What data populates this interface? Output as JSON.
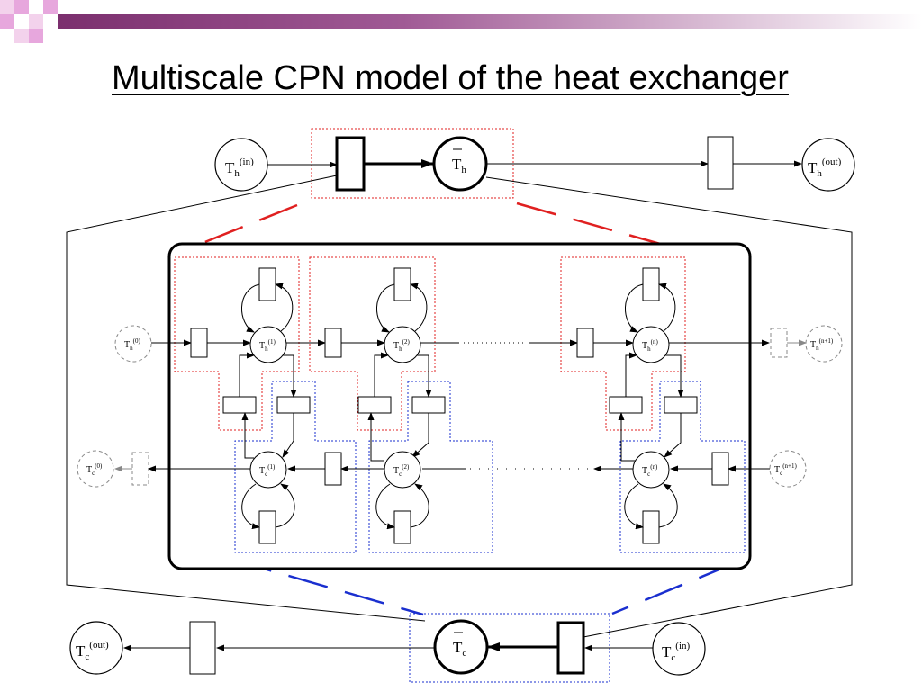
{
  "title": "Multiscale CPN model of the heat exchanger",
  "colors": {
    "banner_dark": "#7b2f6e",
    "banner_pink": "#e7a7dd",
    "banner_light": "#f3d2ec",
    "hot_region": "#e02020",
    "cold_region": "#1a2fcf",
    "ghost": "#888888"
  },
  "macro": {
    "th_in": {
      "base": "T",
      "sub": "h",
      "sup": "(in)"
    },
    "th_avg": {
      "base": "T",
      "sub": "h"
    },
    "th_out": {
      "base": "T",
      "sub": "h",
      "sup": "(out)"
    },
    "tc_out": {
      "base": "T",
      "sub": "c",
      "sup": "(out)"
    },
    "tc_avg": {
      "base": "T",
      "sub": "c"
    },
    "tc_in": {
      "base": "T",
      "sub": "c",
      "sup": "(in)"
    }
  },
  "micro": {
    "th0": {
      "base": "T",
      "sub": "h",
      "sup": "(0)"
    },
    "th1": {
      "base": "T",
      "sub": "h",
      "sup": "(1)"
    },
    "th2": {
      "base": "T",
      "sub": "h",
      "sup": "(2)"
    },
    "thn": {
      "base": "T",
      "sub": "h",
      "sup": "(n)"
    },
    "thn1": {
      "base": "T",
      "sub": "h",
      "sup": "(n+1)"
    },
    "tc0": {
      "base": "T",
      "sub": "c",
      "sup": "(0)"
    },
    "tc1": {
      "base": "T",
      "sub": "c",
      "sup": "(1)"
    },
    "tc2": {
      "base": "T",
      "sub": "c",
      "sup": "(2)"
    },
    "tcn": {
      "base": "T",
      "sub": "c",
      "sup": "(n)"
    },
    "tcn1": {
      "base": "T",
      "sub": "c",
      "sup": "(n+1)"
    }
  }
}
